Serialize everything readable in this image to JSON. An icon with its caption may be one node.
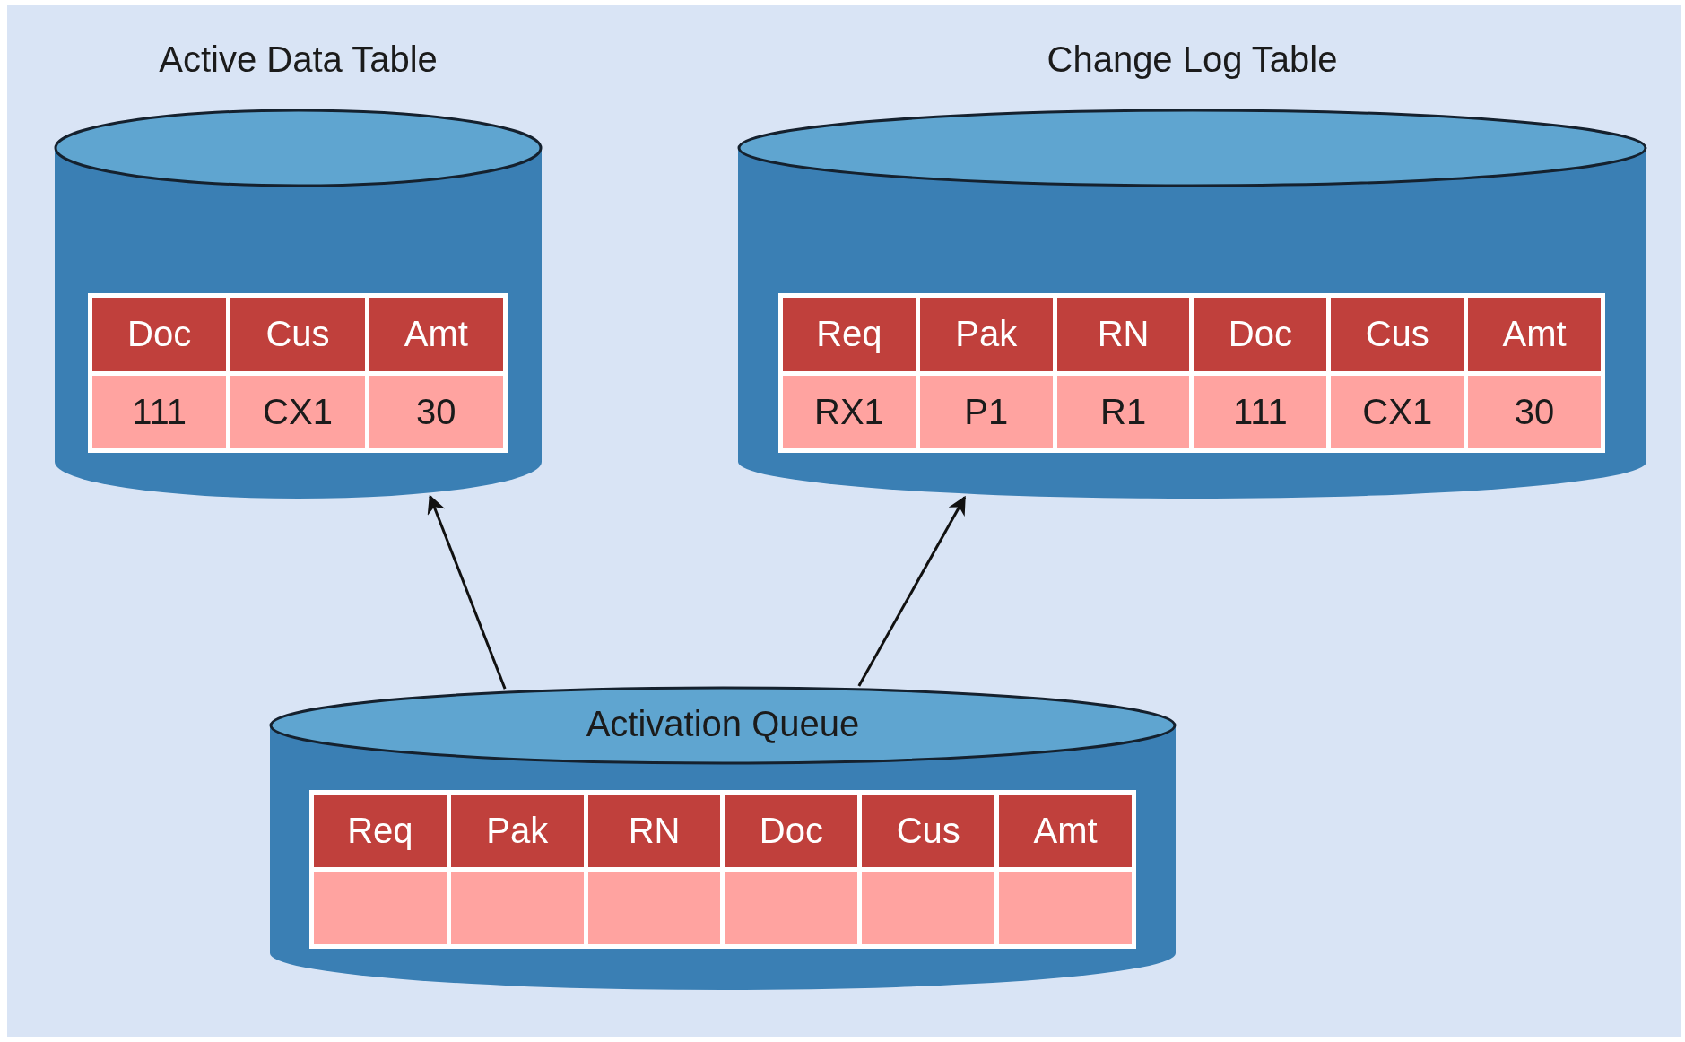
{
  "diagram": {
    "nodes": [
      {
        "text": [
          "Active Data Table"
        ]
      },
      {
        "text": [
          "Doc"
        ],
        "in": 0
      },
      {
        "text": [
          "Cus"
        ],
        "in": 0
      },
      {
        "text": [
          "Amt"
        ],
        "in": 0
      },
      {
        "text": [
          "111"
        ],
        "in": 0
      },
      {
        "text": [
          "CX1"
        ],
        "in": 0
      },
      {
        "text": [
          "30"
        ],
        "in": 0
      },
      {
        "text": [
          "Change Log Table"
        ]
      },
      {
        "text": [
          "Req"
        ],
        "in": 7
      },
      {
        "text": [
          "Pak"
        ],
        "in": 7
      },
      {
        "text": [
          "RN"
        ],
        "in": 7
      },
      {
        "text": [
          "Doc"
        ],
        "in": 7
      },
      {
        "text": [
          "Cus"
        ],
        "in": 7
      },
      {
        "text": [
          "Amt"
        ],
        "in": 7
      },
      {
        "text": [
          "RX1"
        ],
        "in": 7
      },
      {
        "text": [
          "P1"
        ],
        "in": 7
      },
      {
        "text": [
          "R1"
        ],
        "in": 7
      },
      {
        "text": [
          "111"
        ],
        "in": 7
      },
      {
        "text": [
          "CX1"
        ],
        "in": 7
      },
      {
        "text": [
          "30"
        ],
        "in": 7
      },
      {
        "text": [
          "Activation Queue"
        ]
      },
      {
        "text": [
          "Req"
        ],
        "in": 20
      },
      {
        "text": [
          "Pak"
        ],
        "in": 20
      },
      {
        "text": [
          "RN"
        ],
        "in": 20
      },
      {
        "text": [
          "Doc"
        ],
        "in": 20
      },
      {
        "text": [
          "Cus"
        ],
        "in": 20
      },
      {
        "text": [
          "Amt"
        ],
        "in": 20
      },
      {
        "text": [],
        "shape": "box",
        "in": 20
      },
      {
        "text": [],
        "shape": "box",
        "in": 20
      },
      {
        "text": [],
        "shape": "box",
        "in": 20
      },
      {
        "text": [],
        "shape": "box",
        "in": 20
      },
      {
        "text": [],
        "shape": "box",
        "in": 20
      },
      {
        "text": [],
        "shape": "box",
        "in": 20
      }
    ],
    "edges": [
      {
        "from": 20,
        "to": 0,
        "arrow": "to"
      },
      {
        "from": 20,
        "to": 7,
        "arrow": "to"
      }
    ]
  }
}
